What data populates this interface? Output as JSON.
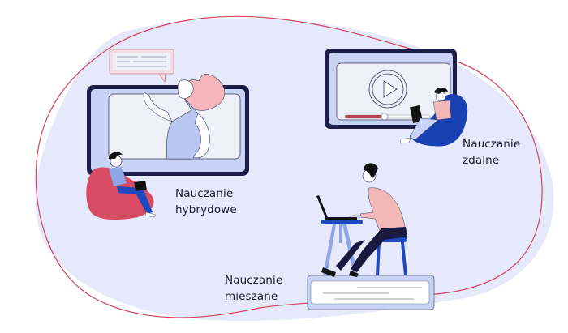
{
  "illustration": {
    "labels": {
      "hybrid": {
        "line1": "Nauczanie",
        "line2": "hybrydowe"
      },
      "remote": {
        "line1": "Nauczanie",
        "line2": "zdalne"
      },
      "blended": {
        "line1": "Nauczanie",
        "line2": "mieszane"
      }
    },
    "colors": {
      "blob_fill": "#e5e9fb",
      "outline_stroke": "#d2455f",
      "screen_frame": "#1d1d4a",
      "screen_bezel": "#c9d3f5",
      "screen_inner": "#eef0f8",
      "beanbag_red": "#d94a63",
      "beanbag_blue": "#1842b4",
      "shirt_pink": "#f2b8b8",
      "shirt_blue": "#8ea6e8",
      "pants_navy": "#1a1a40",
      "stool_blue": "#1d48c0",
      "progress_red": "#b5454f"
    },
    "icons": [
      "speech-bubble-icon",
      "play-icon"
    ]
  }
}
